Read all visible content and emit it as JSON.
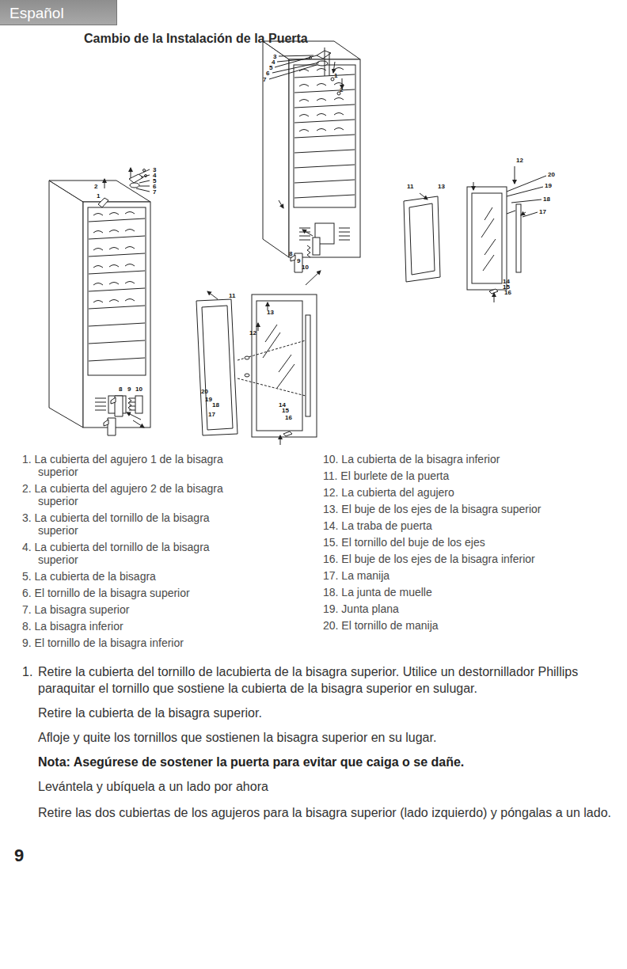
{
  "diagram": {
    "title": "Cambio de la Instalación de la Puerta",
    "nodes": [
      {
        "text": [
          "Español"
        ]
      }
    ],
    "labels": [
      "2",
      "1",
      "3",
      "4",
      "5",
      "6",
      "7",
      "8",
      "9",
      "10",
      "3",
      "4",
      "5",
      "6",
      "7",
      "1",
      "2",
      "8",
      "9",
      "10",
      "11",
      "13",
      "12",
      "20",
      "19",
      "18",
      "17",
      "14",
      "15",
      "16",
      "12",
      "20",
      "19",
      "18",
      "17",
      "11",
      "13",
      "14",
      "15",
      "16",
      "1. La cubierta del agujero 1 de la bisagra superior",
      "2. La cubierta del agujero 2 de la bisagra superior",
      "3. La cubierta del tornillo de la bisagra superior",
      "4. La cubierta del tornillo de la bisagra superior",
      "5. La cubierta de la bisagra",
      "6. El tornillo de la bisagra superior",
      "7. La bisagra superior",
      "8. La bisagra inferior",
      "9. El tornillo de la bisagra inferior",
      "10. La cubierta de la bisagra inferior",
      "11. El burlete de la puerta",
      "12. La cubierta del agujero",
      "13. El buje de los ejes de la bisagra superior",
      "14. La traba de puerta",
      "15. El tornillo del buje de los ejes",
      "16. El buje de los ejes de la bisagra inferior",
      "17. La manija",
      "18. La junta de muelle",
      "19. Junta plana",
      "20. El tornillo de manija",
      "1.",
      "Retire la cubierta del tornillo de lacubierta de la bisagra superior. Utilice un destornillador Phillips paraquitar el tornillo que sostiene la cubierta de la bisagra superior en sulugar.",
      "Retire la cubierta de la bisagra superior.",
      "Afloje y quite los tornillos que sostienen la bisagra superior en su lugar.",
      "Nota: Asegúrese de sostener la puerta para evitar que caiga o se dañe.",
      "Levántela y ubíquela a un lado por ahora",
      "Retire las dos cubiertas de los agujeros para la bisagra superior (lado izquierdo) y póngalas a un lado.",
      "9"
    ]
  }
}
